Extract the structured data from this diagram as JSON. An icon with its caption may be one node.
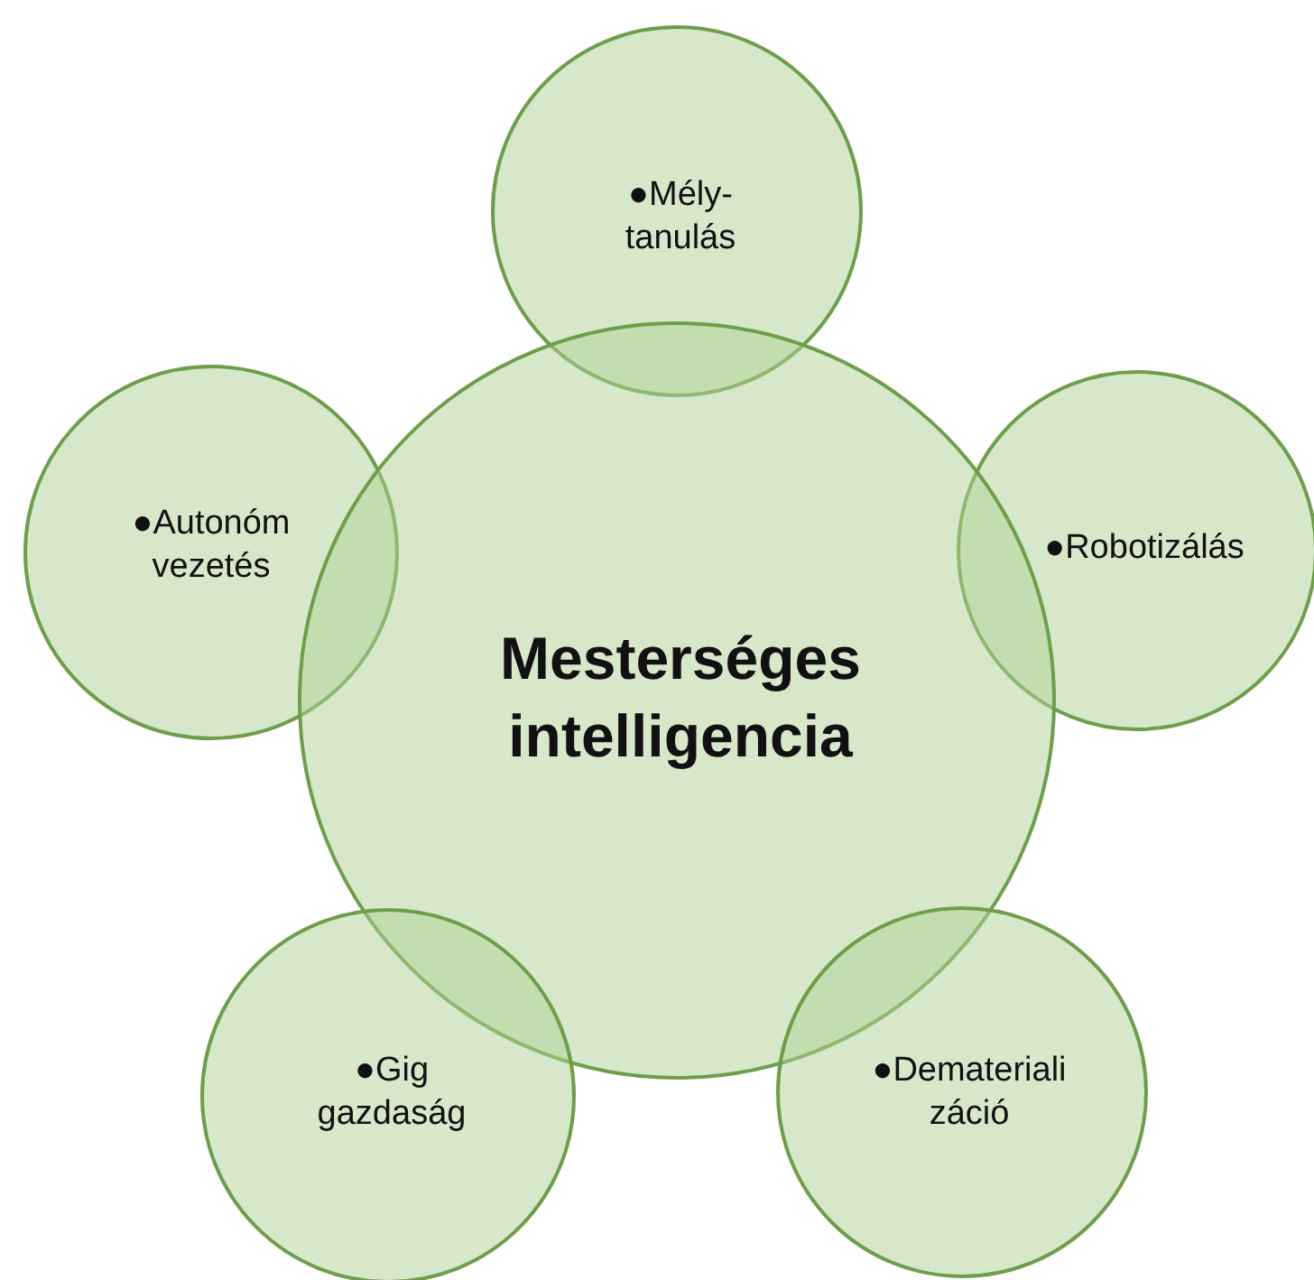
{
  "diagram": {
    "nodes": [
      {
        "text": [
          "●Mély- tanulás"
        ]
      },
      {
        "text": [
          "●Autonóm vezetés"
        ]
      },
      {
        "text": [
          "●Robotizálás"
        ]
      },
      {
        "text": [
          "Mesterséges intelligencia"
        ]
      },
      {
        "text": [
          "●Gig gazdaság"
        ]
      },
      {
        "text": [
          "●Demateriali záció"
        ]
      }
    ],
    "edges": []
  }
}
